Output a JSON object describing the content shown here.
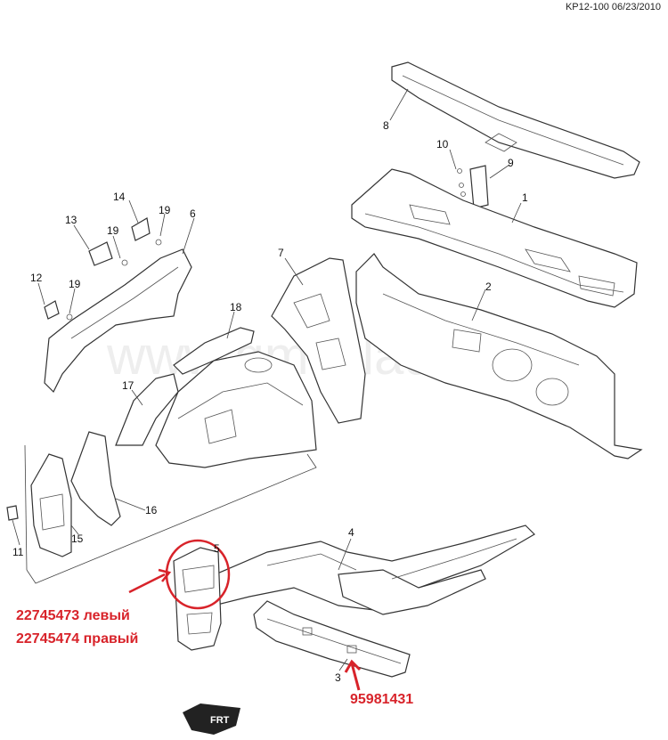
{
  "header": {
    "code": "KP12-100 06/23/2010"
  },
  "watermark": "www.gmsklad.ru",
  "callouts": [
    {
      "id": "c1",
      "label": "1"
    },
    {
      "id": "c2",
      "label": "2"
    },
    {
      "id": "c3",
      "label": "3"
    },
    {
      "id": "c4",
      "label": "4"
    },
    {
      "id": "c5",
      "label": "5"
    },
    {
      "id": "c6",
      "label": "6"
    },
    {
      "id": "c7",
      "label": "7"
    },
    {
      "id": "c8",
      "label": "8"
    },
    {
      "id": "c9",
      "label": "9"
    },
    {
      "id": "c10",
      "label": "10"
    },
    {
      "id": "c11",
      "label": "11"
    },
    {
      "id": "c12",
      "label": "12"
    },
    {
      "id": "c13",
      "label": "13"
    },
    {
      "id": "c14",
      "label": "14"
    },
    {
      "id": "c15",
      "label": "15"
    },
    {
      "id": "c16",
      "label": "16"
    },
    {
      "id": "c17",
      "label": "17"
    },
    {
      "id": "c18",
      "label": "18"
    },
    {
      "id": "c19a",
      "label": "19"
    },
    {
      "id": "c19b",
      "label": "19"
    },
    {
      "id": "c19c",
      "label": "19"
    }
  ],
  "annotations": {
    "left_part": "22745473 левый",
    "right_part": "22745474 правый",
    "rail_part": "95981431"
  },
  "front_badge": "FRT",
  "annotation_color": "#d8232a"
}
